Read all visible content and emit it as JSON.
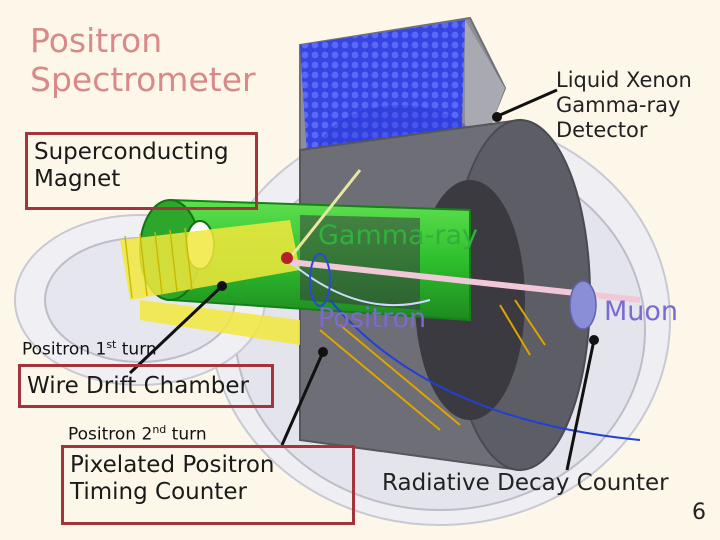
{
  "title": {
    "line1": "Positron",
    "line2": "Spectrometer"
  },
  "labels": {
    "magnet_line1": "Superconducting",
    "magnet_line2": "Magnet",
    "lxe_line1": "Liquid Xenon",
    "lxe_line2": "Gamma-ray",
    "lxe_line3": "Detector",
    "gamma_ray": "Gamma-ray",
    "positron": "Positron",
    "muon": "Muon",
    "first_turn_prefix": "Positron 1",
    "first_turn_sup": "st",
    "first_turn_suffix": " turn",
    "wire_drift": "Wire Drift Chamber",
    "second_turn_prefix": "Positron 2",
    "second_turn_sup": "nd",
    "second_turn_suffix": " turn",
    "timing_line1": "Pixelated Positron",
    "timing_line2": "Timing Counter",
    "radiative": "Radiative Decay Counter",
    "page_number": "6"
  },
  "colors": {
    "title": "#d98989",
    "box_border": "#a3343c",
    "gamma_label": "#2fb13c",
    "positron_label": "#7b6ad0",
    "magnet_green": "#3fcf3a",
    "detector_blue": "#2d3fe0"
  }
}
